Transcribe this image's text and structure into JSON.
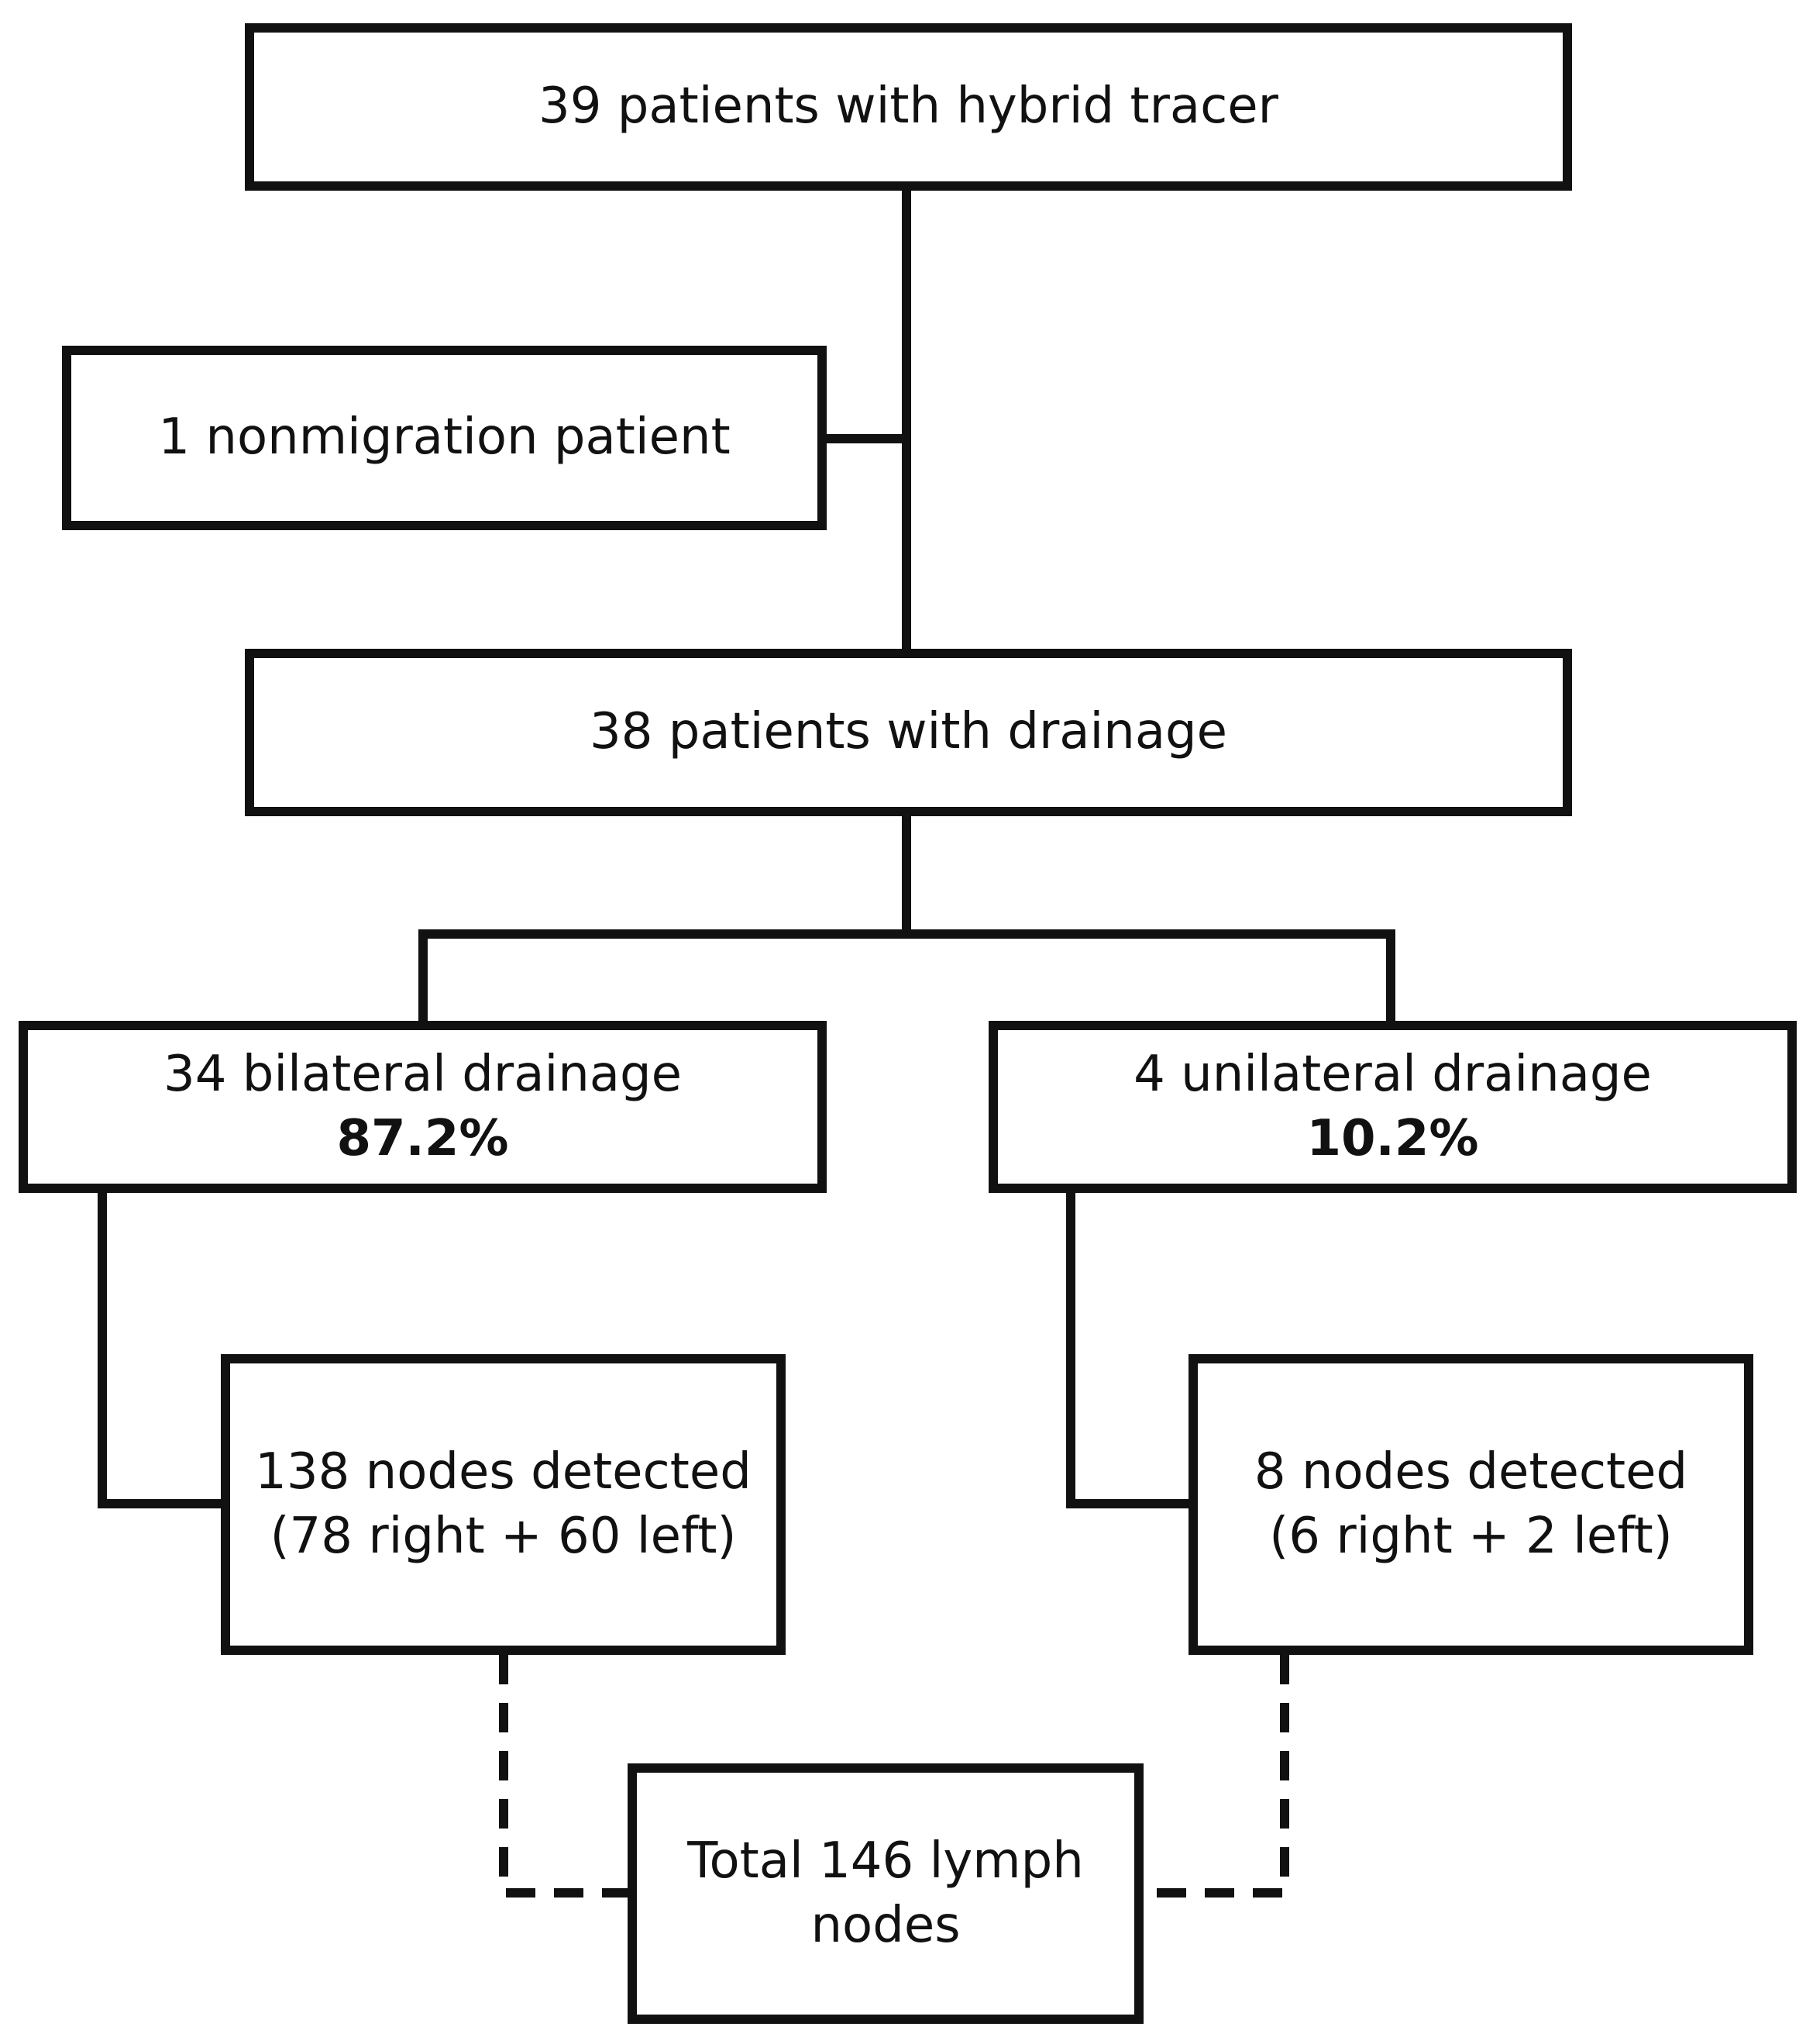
{
  "nodes": {
    "top": {
      "line1": "39 patients with hybrid tracer"
    },
    "nonmigration": {
      "line1": "1 nonmigration patient"
    },
    "drainage": {
      "line1": "38 patients with drainage"
    },
    "bilateral": {
      "line1": "34 bilateral drainage",
      "percent": "87.2%"
    },
    "unilateral": {
      "line1": "4 unilateral drainage",
      "percent": "10.2%"
    },
    "nodes_left": {
      "line1": "138 nodes detected",
      "line2": "(78 right + 60 left)"
    },
    "nodes_right": {
      "line1": "8 nodes detected",
      "line2": "(6 right +  2 left)"
    },
    "total": {
      "line1": "Total 146 lymph",
      "line2": "nodes"
    }
  },
  "colors": {
    "stroke": "#111111",
    "background": "#ffffff"
  }
}
